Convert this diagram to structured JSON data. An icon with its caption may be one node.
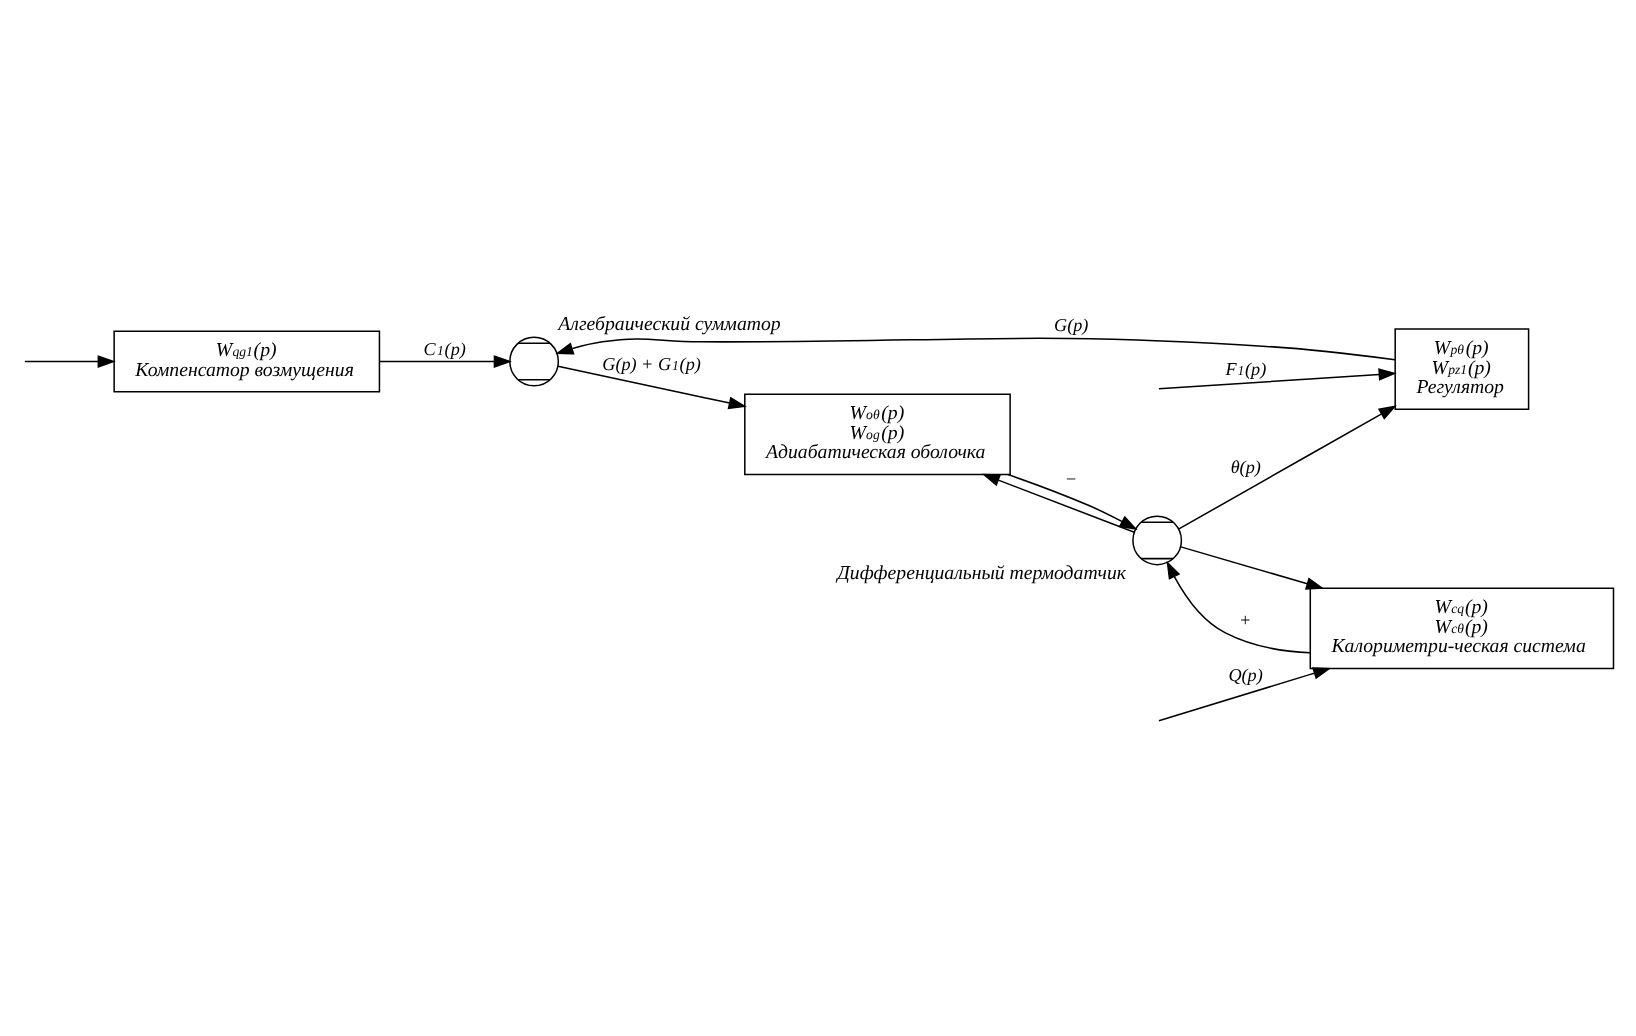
{
  "diagram": {
    "nodes": [
      {
        "text": [
          "W$_{qg1}$(p)",
          "Компенсатор возмущения"
        ]
      },
      {
        "text": [
          "W$_{pθ}$(p)",
          "W$_{pz1}$(p)",
          "Регулятор"
        ]
      },
      {
        "text": [],
        "shape": "circle",
        "beside": [
          "Алгебраический сумматор"
        ]
      },
      {
        "text": [
          "W$_{cq}$(p)",
          "W$_{cθ}$(p)",
          "Калориметри-ческая система"
        ]
      },
      {
        "text": [],
        "shape": "circle",
        "beside": [
          "Дифференциальный термодатчик"
        ]
      },
      {
        "text": [
          "W$_{oθ}$(p)",
          "W$_{og}$(p)",
          "Адиабатическая оболочка"
        ]
      }
    ],
    "edges": [
      {
        "from": null,
        "to": 3,
        "arrow": "to",
        "label": "Q(p)"
      },
      {
        "from": null,
        "to": 0,
        "arrow": "to"
      },
      {
        "from": 0,
        "to": 2,
        "arrow": "to",
        "label": "C$_{1}$(p)"
      },
      {
        "from": null,
        "to": 1,
        "arrow": "to",
        "label": "F$_{1}$(p)"
      },
      {
        "from": 1,
        "to": 2,
        "arrow": "to",
        "label": "G(p)"
      },
      {
        "from": 2,
        "to": 5,
        "arrow": "to",
        "label": "G(p) + G$_{1}$(p)"
      },
      {
        "from": 3,
        "to": 4,
        "arrow": "to",
        "label": "+"
      },
      {
        "from": 5,
        "to": 4,
        "arrow": "to",
        "label": "−"
      },
      {
        "from": 4,
        "to": 1,
        "arrow": "to",
        "label": "θ(p)"
      },
      {
        "from": 4,
        "to": 3,
        "arrow": "to"
      },
      {
        "from": 4,
        "to": 5,
        "arrow": "to"
      }
    ]
  }
}
